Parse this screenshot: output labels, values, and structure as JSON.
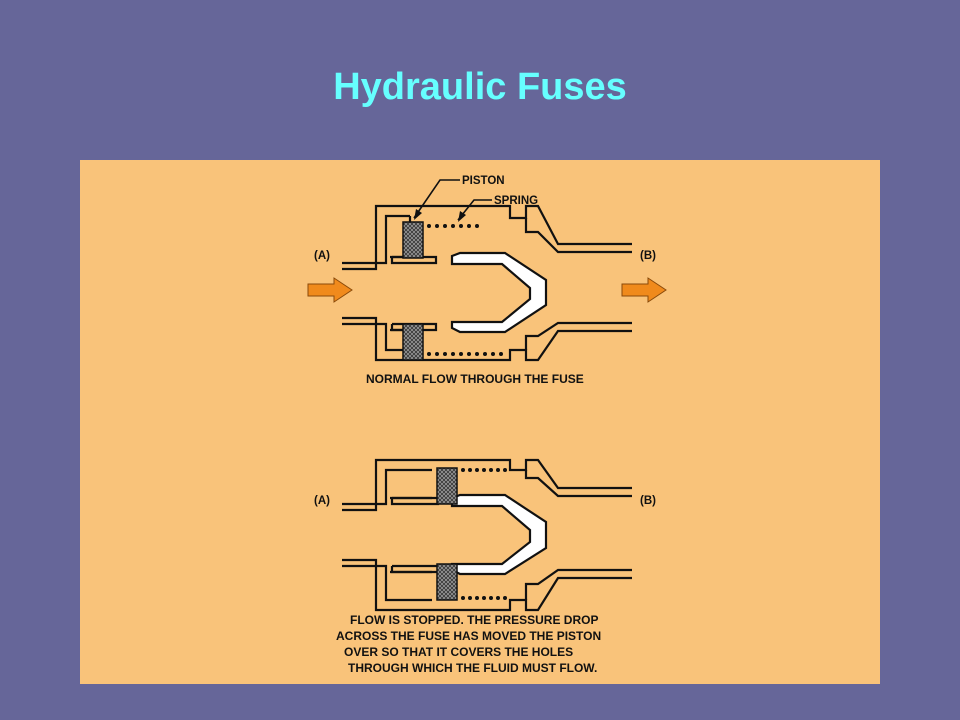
{
  "title": "Hydraulic Fuses",
  "colors": {
    "background": "#666699",
    "title": "#66ffff",
    "panel": "#f9c37a",
    "arrow": "#f08a1c",
    "piston": "#8c8c8c",
    "line": "#111111"
  },
  "icons": {
    "flow_arrow": "right-arrow-icon",
    "piston": "piston-icon",
    "spring": "spring-icon"
  },
  "diagram_top": {
    "label_piston": "PISTON",
    "label_spring": "SPRING",
    "port_a": "(A)",
    "port_b": "(B)",
    "caption": "NORMAL FLOW THROUGH THE FUSE"
  },
  "diagram_bottom": {
    "port_a": "(A)",
    "port_b": "(B)",
    "caption_lines": [
      "FLOW IS STOPPED. THE PRESSURE DROP",
      "ACROSS THE FUSE HAS MOVED THE PISTON",
      "OVER SO THAT IT COVERS THE HOLES",
      "THROUGH WHICH THE FLUID MUST FLOW."
    ]
  }
}
